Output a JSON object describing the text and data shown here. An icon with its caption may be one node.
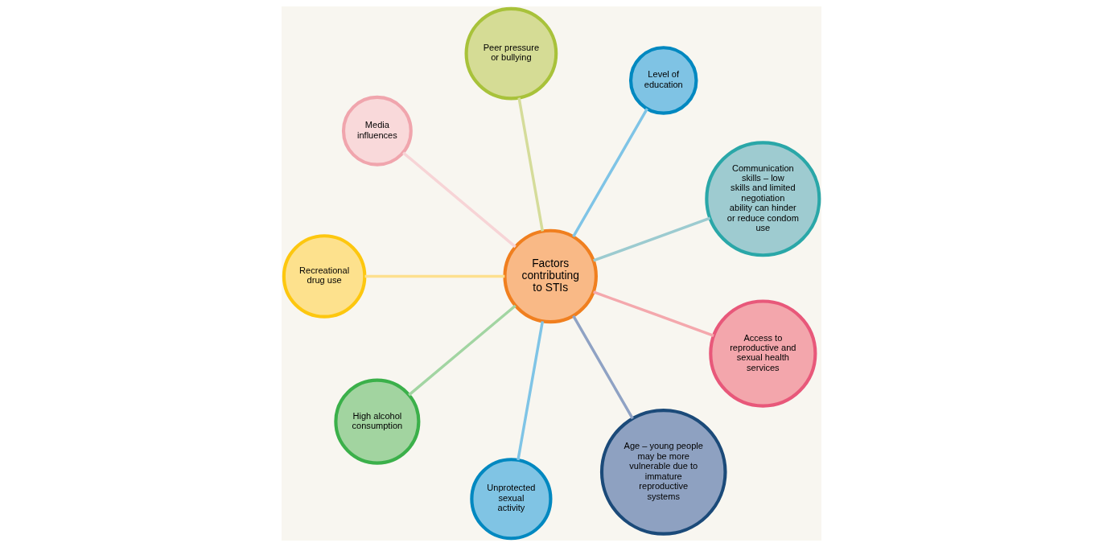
{
  "diagram": {
    "nodes": [
      {
        "text": [
          "Factors contributing to STIs"
        ]
      },
      {
        "text": [
          "Communication skills – low skills and limited negotiation ability can hinder or reduce condom use"
        ]
      },
      {
        "text": [
          "Level of education"
        ]
      },
      {
        "text": [
          "Peer pressure or bullying"
        ]
      },
      {
        "text": [
          "Media influences"
        ]
      },
      {
        "text": [
          "Recreational drug use"
        ]
      },
      {
        "text": [
          "High alcohol consumption"
        ]
      },
      {
        "text": [
          "Unprotected sexual activity"
        ]
      },
      {
        "text": [
          "Age – young people may be more vulnerable due to immature reproductive systems"
        ]
      },
      {
        "text": [
          "Access to reproductive and sexual health services"
        ]
      }
    ],
    "edges": [
      {
        "from": 0,
        "to": 1,
        "arrow": "none",
        "color": "#9ccbd0"
      },
      {
        "from": 0,
        "to": 2,
        "arrow": "none",
        "color": "#7fc4e6"
      },
      {
        "from": 0,
        "to": 3,
        "arrow": "none",
        "color": "#d5dc9a"
      },
      {
        "from": 0,
        "to": 4,
        "arrow": "none",
        "color": "#f7d4d6"
      },
      {
        "from": 0,
        "to": 5,
        "arrow": "none",
        "color": "#fde08e"
      },
      {
        "from": 0,
        "to": 6,
        "arrow": "none",
        "color": "#a2d5a2"
      },
      {
        "from": 0,
        "to": 7,
        "arrow": "none",
        "color": "#7fc4e6"
      },
      {
        "from": 0,
        "to": 8,
        "arrow": "none",
        "color": "#8fa2c4"
      },
      {
        "from": 0,
        "to": 9,
        "arrow": "none",
        "color": "#f4a8ad"
      }
    ]
  }
}
